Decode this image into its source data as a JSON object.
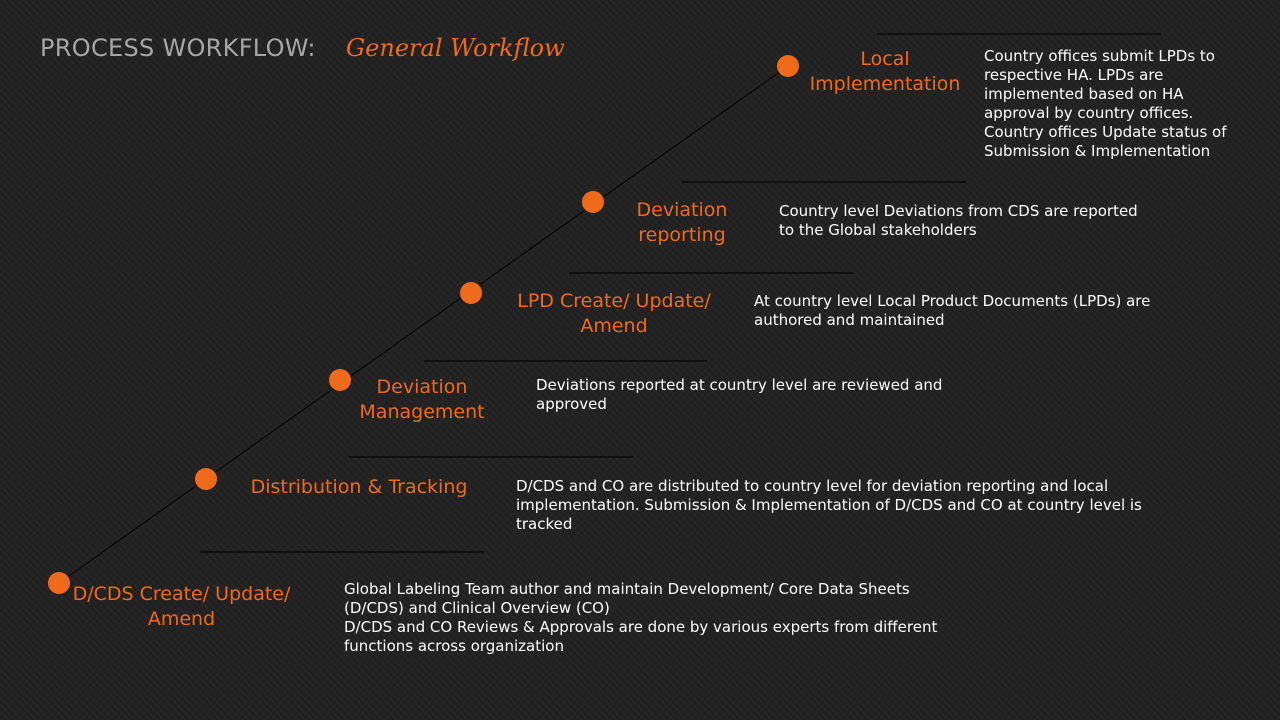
{
  "title": {
    "main": "PROCESS WORKFLOW:",
    "sub": "General Workflow"
  },
  "colors": {
    "accent": "#f06a1c",
    "background": "#222222",
    "title_gray": "#a6a6a6",
    "text": "#ffffff"
  },
  "steps": [
    {
      "title": "D/CDS Create/ Update/\nAmend",
      "description": "Global Labeling Team author and maintain Development/ Core Data Sheets\n(D/CDS) and Clinical Overview (CO)\nD/CDS and CO Reviews & Approvals are done by various experts from different\nfunctions across organization"
    },
    {
      "title": "Distribution  & Tracking",
      "description": "D/CDS and CO are distributed to country level for deviation reporting and local\nimplementation. Submission & Implementation of D/CDS and CO at country level is\ntracked"
    },
    {
      "title": "Deviation\nManagement",
      "description": "Deviations reported at country level are reviewed and\napproved"
    },
    {
      "title": "LPD Create/ Update/\nAmend",
      "description": "At country level Local Product Documents (LPDs) are\nauthored and maintained"
    },
    {
      "title": "Deviation\nreporting",
      "description": "Country level Deviations from CDS are reported\nto the Global stakeholders"
    },
    {
      "title": "Local\nImplementation",
      "description": "Country offices submit LPDs to\nrespective HA. LPDs are\nimplemented based on HA\napproval by country offices.\nCountry offices Update status of\nSubmission & Implementation"
    }
  ]
}
